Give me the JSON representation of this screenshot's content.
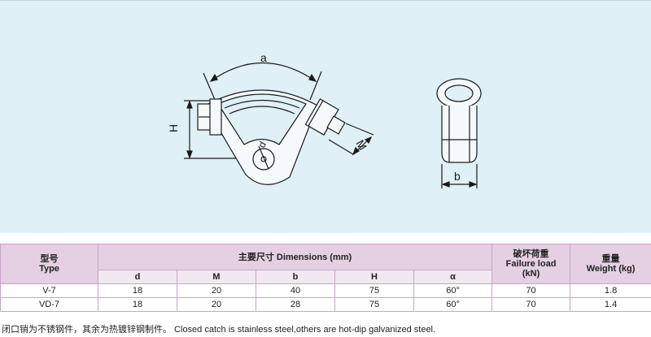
{
  "drawing": {
    "label_a": "a",
    "label_H": "H",
    "label_M": "M",
    "label_b": "b",
    "label_d": "d"
  },
  "table": {
    "type_cn": "型号",
    "type_en": "Type",
    "dims_title": "主要尺寸 Dimensions (mm)",
    "load_cn": "破坏荷重",
    "load_en": "Failure load",
    "load_unit": "(kN)",
    "weight_cn": "重量",
    "weight_en": "Weight (kg)",
    "sub_headers": [
      "d",
      "M",
      "b",
      "H",
      "α"
    ],
    "rows": [
      {
        "type": "V-7",
        "d": "18",
        "M": "20",
        "b": "40",
        "H": "75",
        "alpha": "60°",
        "load": "70",
        "weight": "1.8"
      },
      {
        "type": "VD-7",
        "d": "18",
        "M": "20",
        "b": "28",
        "H": "75",
        "alpha": "60°",
        "load": "70",
        "weight": "1.4"
      }
    ]
  },
  "footnote": "闭口销为不锈钢件，其余为热镀锌钢制件。 Closed catch is stainless steel,others are hot-dip galvanized steel."
}
